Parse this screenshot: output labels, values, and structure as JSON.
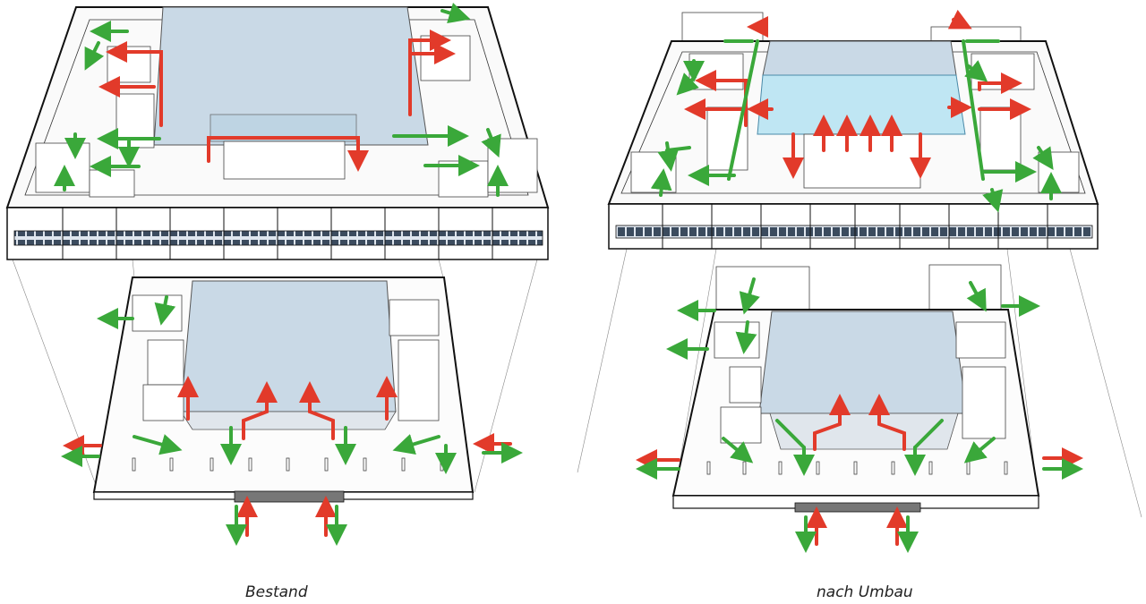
{
  "captions": {
    "left": "Bestand",
    "right": "nach Umbau"
  },
  "colors": {
    "background": "#ffffff",
    "line": "#1a1a1a",
    "floor": "#ffffff",
    "hall_fill": "#c9d9e6",
    "pool_fill": "#bfe6f3",
    "glazing": "#2a3a4a",
    "arrow_red": "#e23a2a",
    "arrow_green": "#3aa83a"
  },
  "icons": {
    "arrow_red": "escape-route-arrow-red",
    "arrow_green": "escape-route-arrow-green"
  }
}
